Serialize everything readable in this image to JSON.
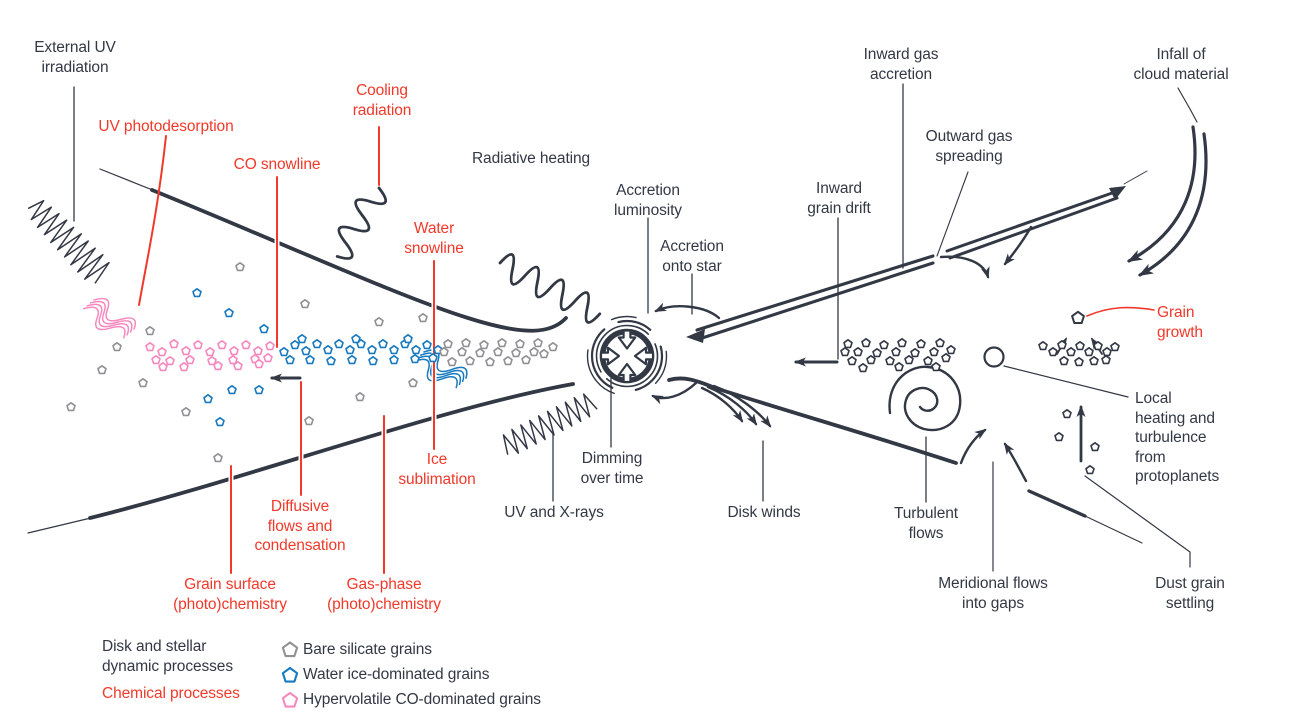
{
  "title": "Protoplanetary disk processes diagram",
  "colors": {
    "background": "#ffffff",
    "ink": "#333845",
    "red": "#f0392a",
    "pink": "#f688be",
    "blue": "#1779bf",
    "gray": "#909095"
  },
  "labels": {
    "external_uv": "External UV\nirradiation",
    "uv_photodesorption": "UV photodesorption",
    "co_snowline": "CO snowline",
    "cooling_radiation": "Cooling\nradiation",
    "water_snowline": "Water\nsnowline",
    "radiative_heating": "Radiative heating",
    "accretion_luminosity": "Accretion\nluminosity",
    "accretion_onto_star": "Accretion\nonto star",
    "inward_gas_accretion": "Inward gas\naccretion",
    "outward_gas_spreading": "Outward gas\nspreading",
    "inward_grain_drift": "Inward\ngrain drift",
    "infall_cloud": "Infall of\ncloud material",
    "grain_growth": "Grain\ngrowth",
    "local_heating": "Local\nheating and\nturbulence\nfrom\nprotoplanets",
    "dimming": "Dimming\nover time",
    "uv_xrays": "UV and X-rays",
    "disk_winds": "Disk winds",
    "ice_sublimation": "Ice\nsublimation",
    "turbulent_flows": "Turbulent\nflows",
    "meridional_flows": "Meridional flows\ninto gaps",
    "dust_settling": "Dust grain\nsettling",
    "diffusive_flows": "Diffusive\nflows and\ncondensation",
    "grain_surface_chem": "Grain surface\n(photo)chemistry",
    "gas_phase_chem": "Gas-phase\n(photo)chemistry"
  },
  "legend": {
    "process_types": [
      {
        "label": "Disk and stellar\ndynamic processes",
        "color": "#333845"
      },
      {
        "label": "Chemical processes",
        "color": "#f0392a"
      }
    ],
    "grain_types": [
      {
        "label": "Bare silicate grains",
        "color": "#909095"
      },
      {
        "label": "Water ice-dominated grains",
        "color": "#1779bf"
      },
      {
        "label": "Hypervolatile CO-dominated grains",
        "color": "#f688be"
      }
    ]
  }
}
